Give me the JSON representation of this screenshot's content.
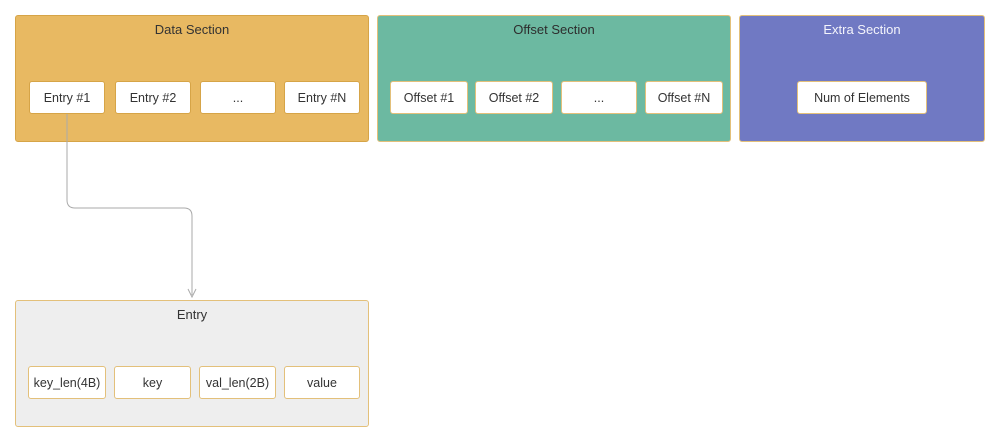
{
  "data_section": {
    "title": "Data Section",
    "entries": [
      "Entry #1",
      "Entry #2",
      "...",
      "Entry #N"
    ]
  },
  "offset_section": {
    "title": "Offset Section",
    "entries": [
      "Offset #1",
      "Offset #2",
      "...",
      "Offset #N"
    ]
  },
  "extra_section": {
    "title": "Extra Section",
    "entries": [
      "Num of Elements"
    ]
  },
  "entry_detail": {
    "title": "Entry",
    "fields": [
      "key_len(4B)",
      "key",
      "val_len(2B)",
      "value"
    ]
  },
  "colors": {
    "data_section": "#E8B962",
    "offset_section": "#6CB9A1",
    "extra_section": "#7079C3",
    "entry_section": "#EEEEEE",
    "connector": "#AAAAAA"
  }
}
